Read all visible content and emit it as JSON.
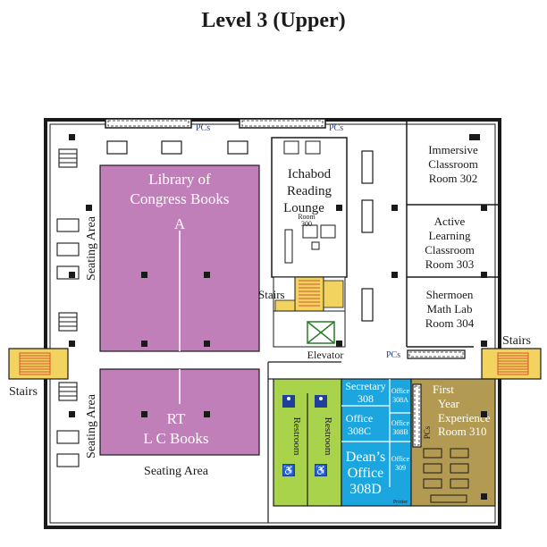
{
  "title": "Level 3 (Upper)",
  "colors": {
    "books": "#c07fb8",
    "restroom": "#a8d34a",
    "offices": "#1ba6e0",
    "classroom": "#b39a52",
    "stairs": "#f2d35f",
    "stair_lines": "#d8542b",
    "wall": "#1a1a1a",
    "pc_label": "#1f3f9a"
  },
  "labels": {
    "pcs": "PCs",
    "books_a_line1": "Library of",
    "books_a_line2": "Congress Books",
    "books_a_letter": "A",
    "books_rt_line1": "RT",
    "books_rt_line2": "L C Books",
    "seating_area": "Seating Area",
    "ichabod_line1": "Ichabod",
    "ichabod_line2": "Reading",
    "ichabod_line3": "Lounge",
    "room300_line1": "Room",
    "room300_line2": "300",
    "stairs": "Stairs",
    "elevator": "Elevator",
    "immersive_line1": "Immersive",
    "immersive_line2": "Classroom",
    "immersive_line3": "Room 302",
    "active_line1": "Active",
    "active_line2": "Learning",
    "active_line3": "Classroom",
    "active_line4": "Room 303",
    "shermoen_line1": "Shermoen",
    "shermoen_line2": "Math Lab",
    "shermoen_line3": "Room 304",
    "restroom": "Restroom",
    "secretary_line1": "Secretary",
    "secretary_line2": "308",
    "office308c_line1": "Office",
    "office308c_line2": "308C",
    "dean_line1": "Dean’s",
    "dean_line2": "Office",
    "dean_line3": "308D",
    "office308a_line1": "Office",
    "office308a_line2": "308A",
    "office308b_line1": "Office",
    "office308b_line2": "308B",
    "office309_line1": "Office",
    "office309_line2": "309",
    "first_year_line1": "First",
    "first_year_line2": "Year",
    "first_year_line3": "Experience",
    "first_year_line4": "Room 310",
    "printer": "Printer"
  }
}
